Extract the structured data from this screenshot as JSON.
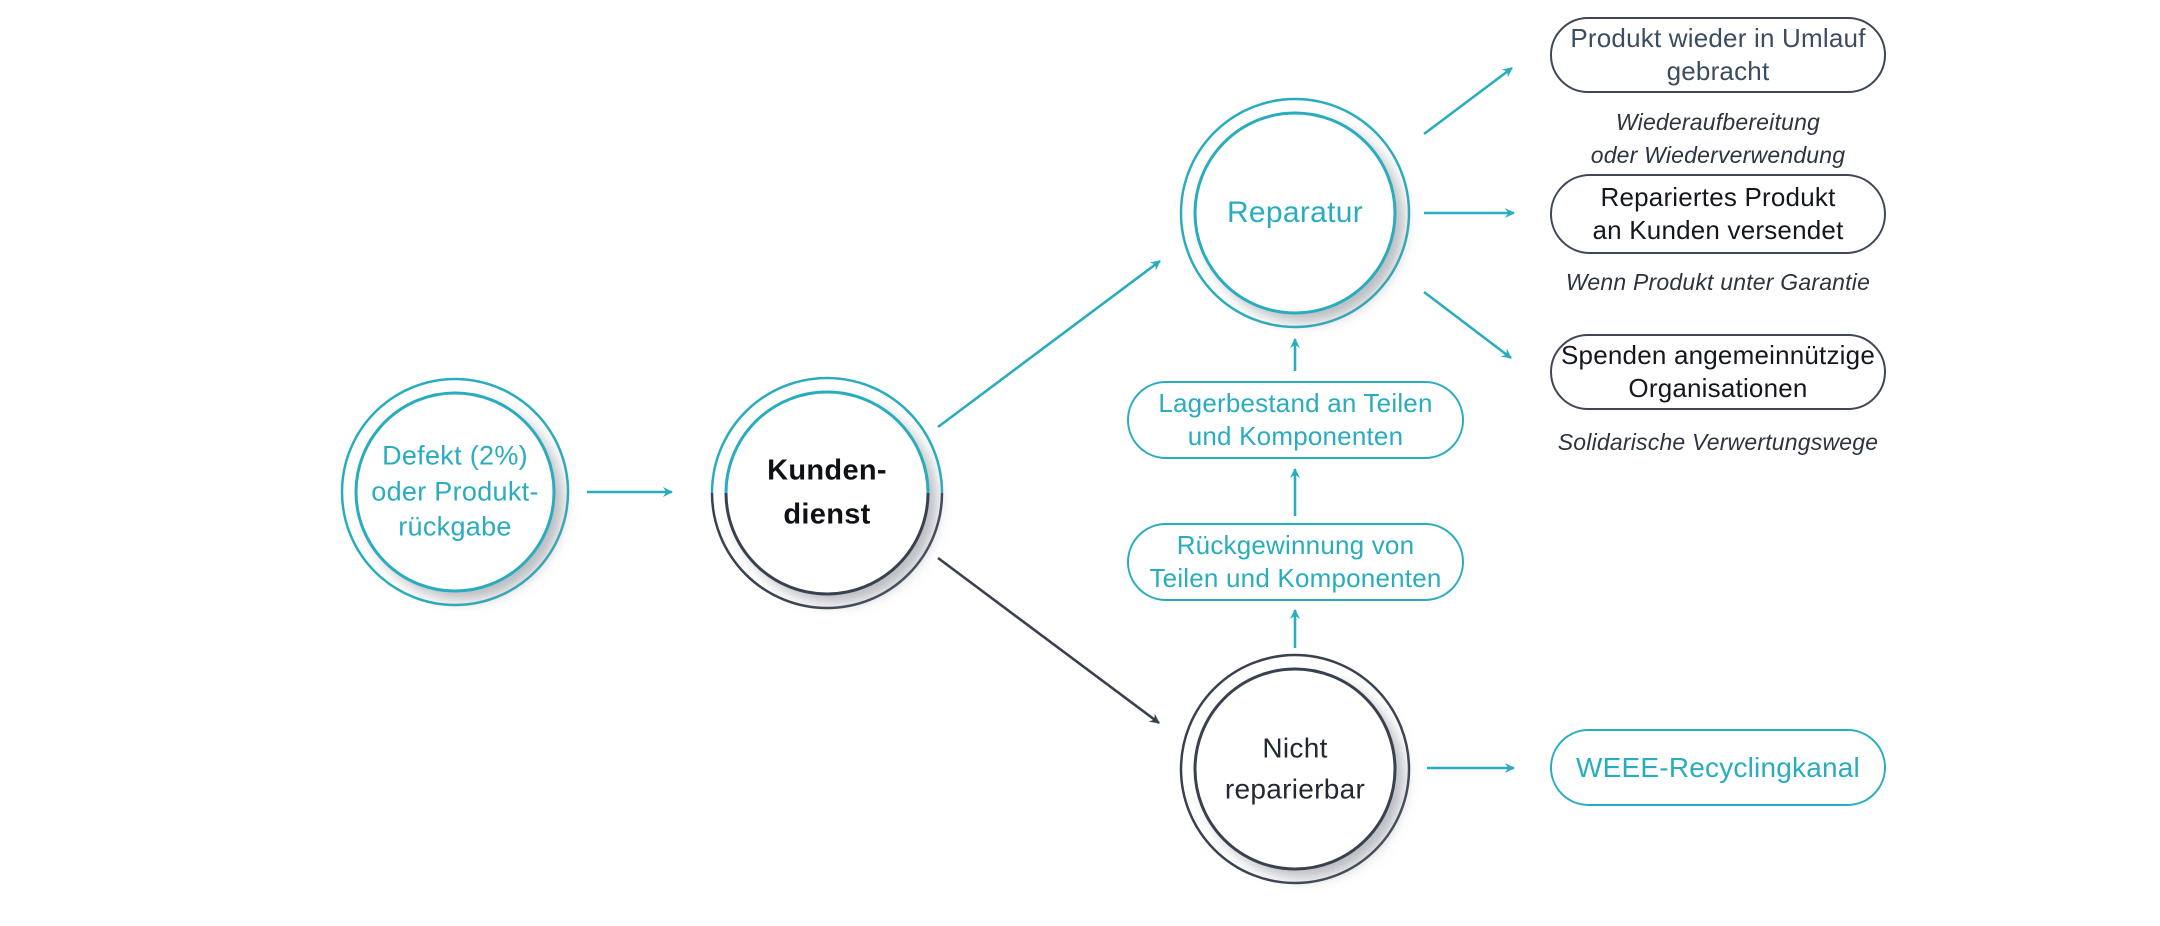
{
  "colors": {
    "teal": "#29adbe",
    "dark": "#39414f"
  },
  "nodes": {
    "defect": {
      "label": "Defekt (2%)\noder Produkt-\nrückgabe"
    },
    "customer_service": {
      "label": "Kunden-\ndienst"
    },
    "repair": {
      "label": "Reparatur"
    },
    "not_repairable": {
      "label": "Nicht\nreparierbar"
    }
  },
  "mid_boxes": {
    "stock": {
      "label": "Lagerbestand an Teilen\nund Komponenten"
    },
    "recovery": {
      "label": "Rückgewinnung von\nTeilen und Komponenten"
    }
  },
  "outcomes": {
    "recirculated": {
      "label": "Produkt wieder in Umlauf\ngebracht",
      "caption": "Wiederaufbereitung\noder Wiederverwendung"
    },
    "shipped": {
      "label": "Repariertes Produkt\nan Kunden versendet",
      "caption": "Wenn Produkt unter Garantie"
    },
    "donations": {
      "label": "Spenden angemeinnützige\nOrganisationen",
      "caption": "Solidarische Verwertungswege"
    },
    "weee": {
      "label": "WEEE-Recyclingkanal"
    }
  }
}
